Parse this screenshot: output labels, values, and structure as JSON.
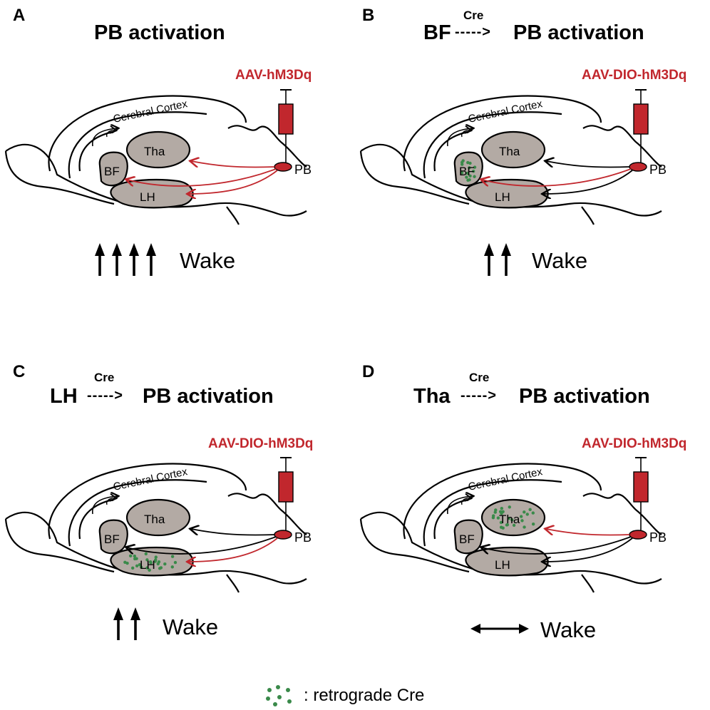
{
  "panels": [
    {
      "id": "A",
      "letter": "A",
      "title_prefix": "",
      "cre": "",
      "arrow_text": "",
      "title_main": "PB activation",
      "virus": "AAV-hM3Dq",
      "labels": {
        "cortex": "Cerebral Cortex",
        "tha": "Tha",
        "bf": "BF",
        "lh": "LH",
        "pb": "PB"
      },
      "wake_label": "Wake",
      "wake_arrows": 4,
      "wake_effect": "up",
      "cre_region": "none"
    },
    {
      "id": "B",
      "letter": "B",
      "title_prefix": "BF",
      "cre": "Cre",
      "arrow_text": "----->",
      "title_main": "PB activation",
      "virus": "AAV-DIO-hM3Dq",
      "labels": {
        "cortex": "Cerebral Cortex",
        "tha": "Tha",
        "bf": "BF",
        "lh": "LH",
        "pb": "PB"
      },
      "wake_label": "Wake",
      "wake_arrows": 2,
      "wake_effect": "up",
      "cre_region": "bf"
    },
    {
      "id": "C",
      "letter": "C",
      "title_prefix": "LH",
      "cre": "Cre",
      "arrow_text": "----->",
      "title_main": "PB activation",
      "virus": "AAV-DIO-hM3Dq",
      "labels": {
        "cortex": "Cerebral Cortex",
        "tha": "Tha",
        "bf": "BF",
        "lh": "LH",
        "pb": "PB"
      },
      "wake_label": "Wake",
      "wake_arrows": 2,
      "wake_effect": "up",
      "cre_region": "lh"
    },
    {
      "id": "D",
      "letter": "D",
      "title_prefix": "Tha",
      "cre": "Cre",
      "arrow_text": "----->",
      "title_main": "PB activation",
      "virus": "AAV-DIO-hM3Dq",
      "labels": {
        "cortex": "Cerebral Cortex",
        "tha": "Tha",
        "bf": "BF",
        "lh": "LH",
        "pb": "PB"
      },
      "wake_label": "Wake",
      "wake_arrows": 0,
      "wake_effect": "no-change",
      "cre_region": "tha"
    }
  ],
  "legend": {
    "text": ": retrograde Cre"
  },
  "colors": {
    "red": "#c1272d",
    "region_fill": "#b3aaa4",
    "dot_green": "#3a8a4a",
    "line": "#000000"
  }
}
